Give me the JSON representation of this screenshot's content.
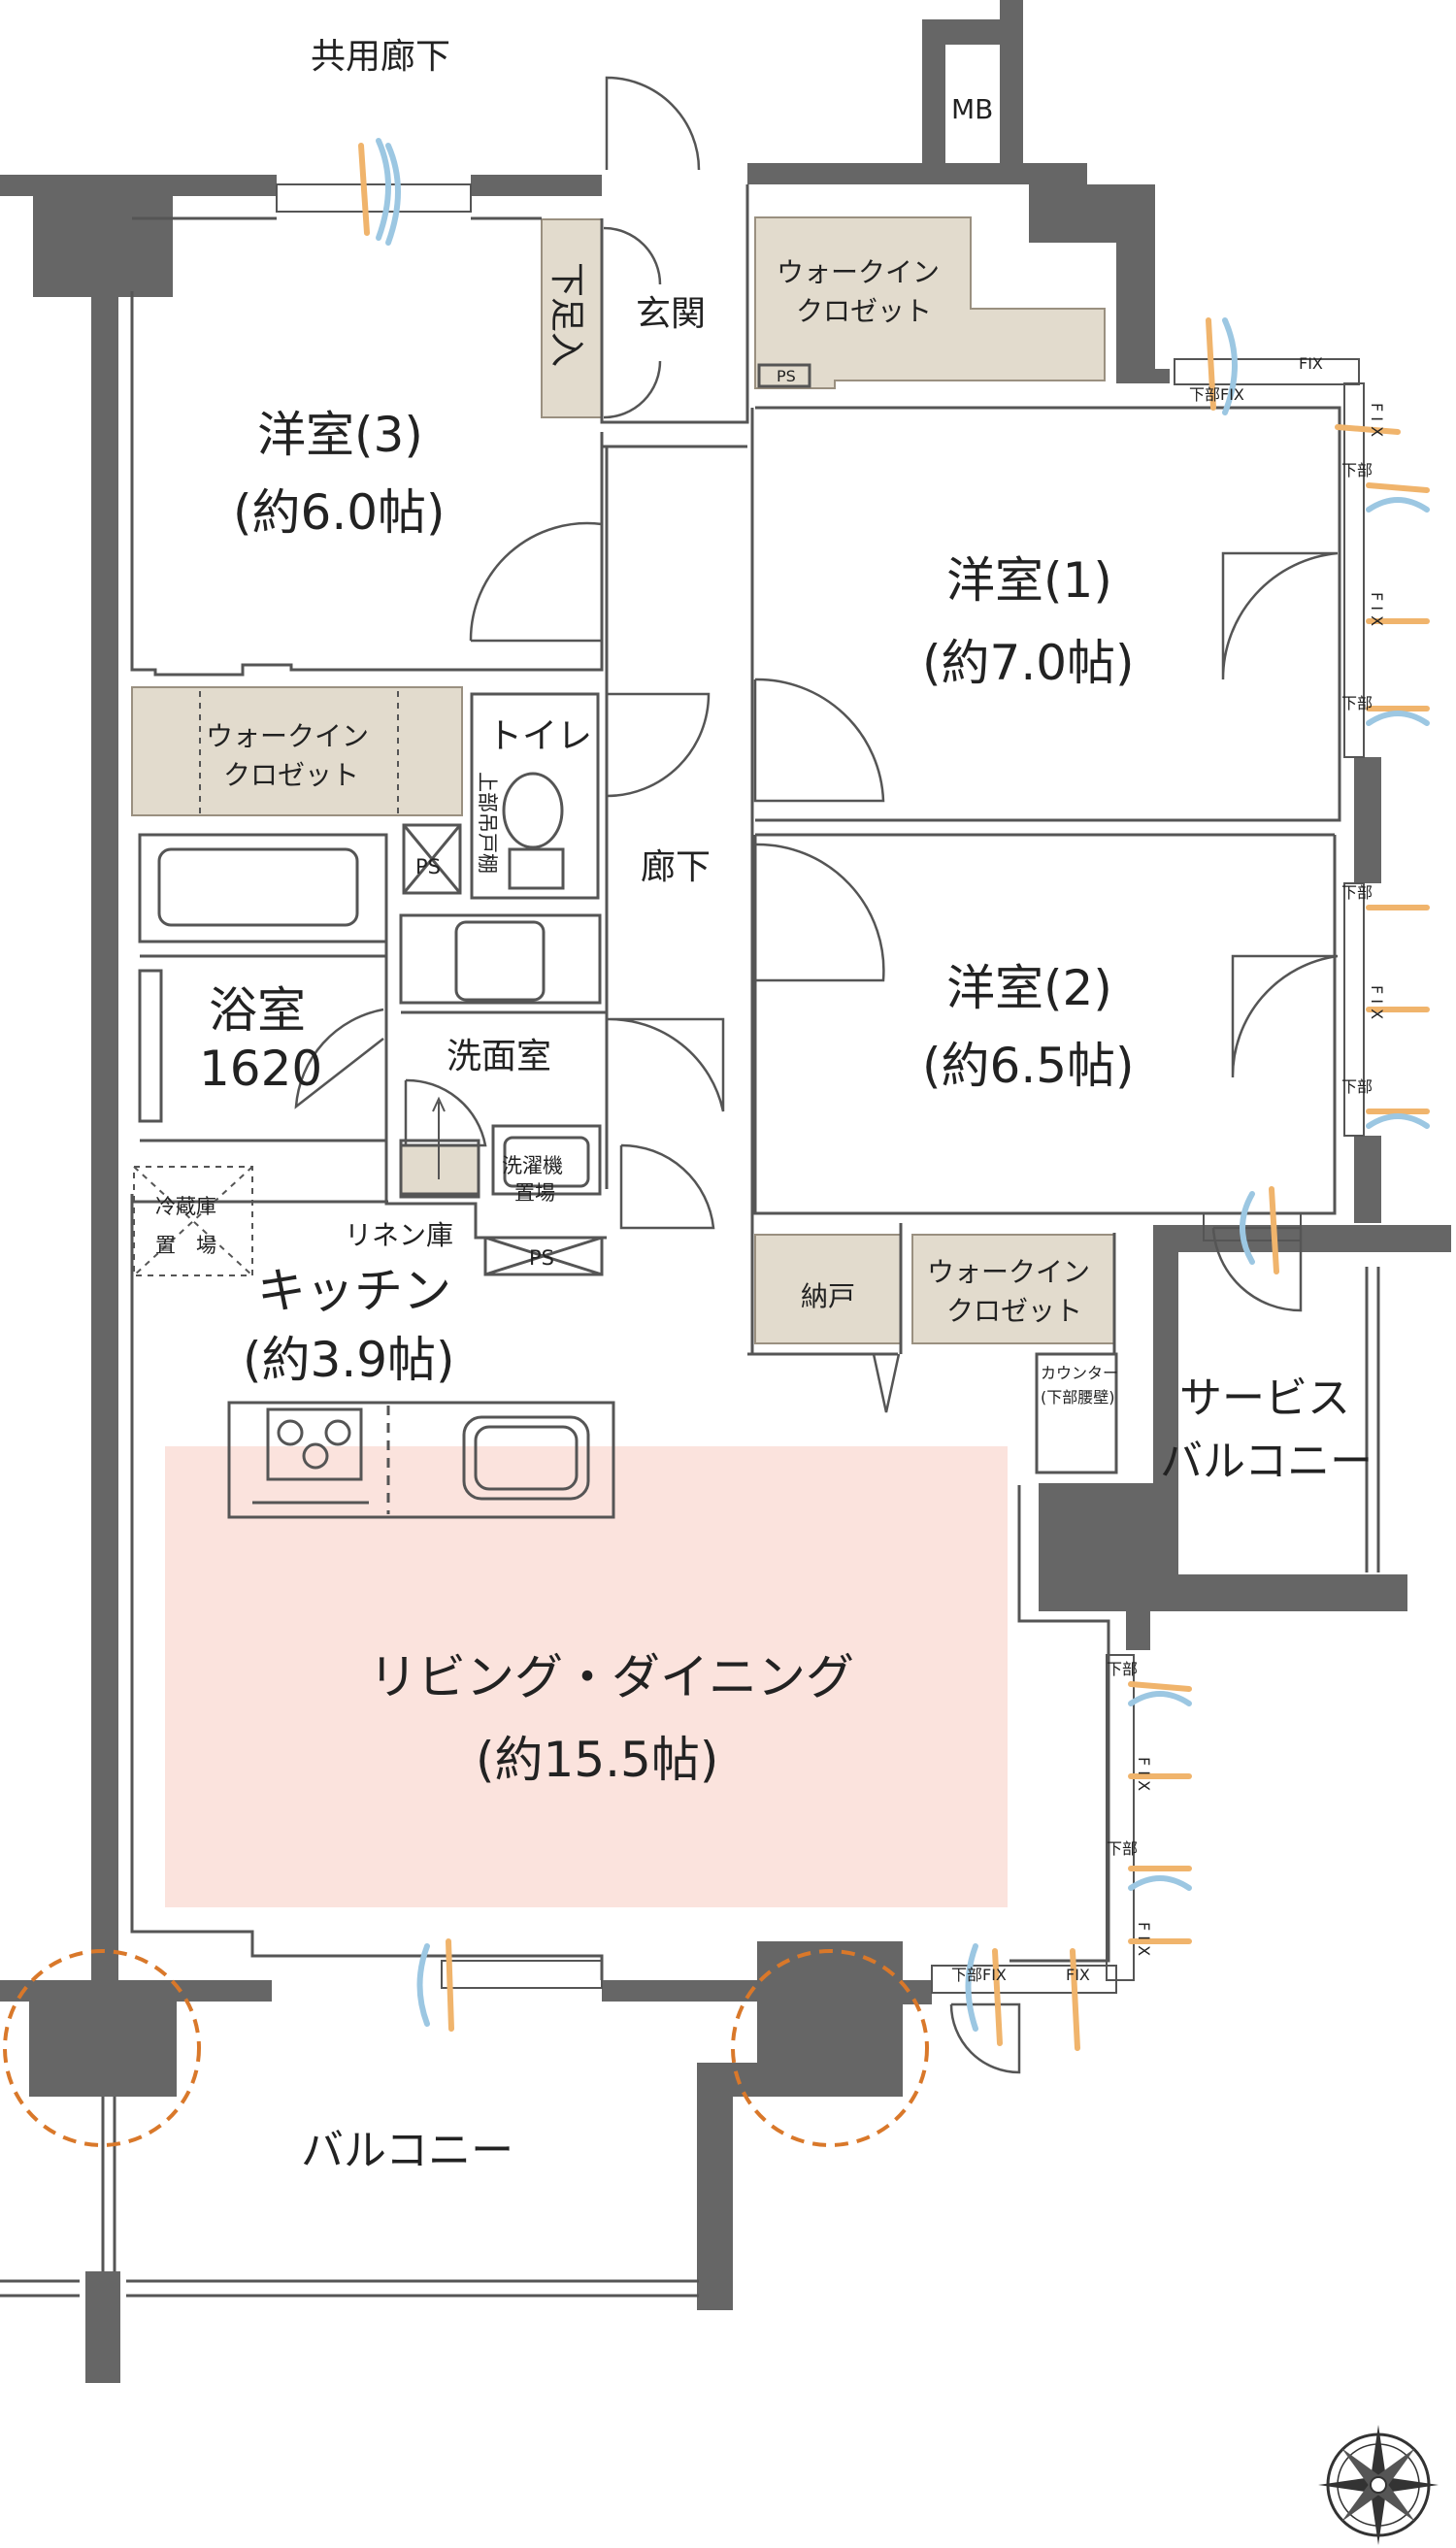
{
  "colors": {
    "wall": "#666666",
    "closet": "#e2dbcd",
    "living_area": "#fbe3dd",
    "column_marker": "#d9782a",
    "airflow_orange": "#f0b46c",
    "airflow_blue": "#9cc7e2",
    "thin_line": "#555555"
  },
  "labels": {
    "common_corridor": "共用廊下",
    "mb": "MB",
    "entrance": "玄関",
    "shoe_closet": "下足入",
    "room3": {
      "name": "洋室(3)",
      "size": "(約6.0帖)"
    },
    "room1": {
      "name": "洋室(1)",
      "size": "(約7.0帖)"
    },
    "room2": {
      "name": "洋室(2)",
      "size": "(約6.5帖)"
    },
    "walk_in_closet": [
      "ウォークイン",
      "クロゼット"
    ],
    "toilet": "トイレ",
    "upper_cupboard": "上部吊戸棚",
    "hallway": "廊下",
    "ps": "PS",
    "bathroom": {
      "name": "浴室",
      "size": "1620"
    },
    "washroom": "洗面室",
    "washing_machine": [
      "洗濯機",
      "置場"
    ],
    "fridge": [
      "冷蔵庫",
      "置　場"
    ],
    "linen": "リネン庫",
    "kitchen": {
      "name": "キッチン",
      "size": "(約3.9帖)"
    },
    "storage": "納戸",
    "counter": [
      "カウンター",
      "(下部腰壁)"
    ],
    "service_balcony": [
      "サービス",
      "バルコニー"
    ],
    "living": {
      "name": "リビング・ダイニング",
      "size": "(約15.5帖)"
    },
    "balcony": "バルコニー",
    "fix": "FIX",
    "lower_fix": "下部FIX",
    "lower": "下部",
    "fix_vertical": "F I X"
  }
}
